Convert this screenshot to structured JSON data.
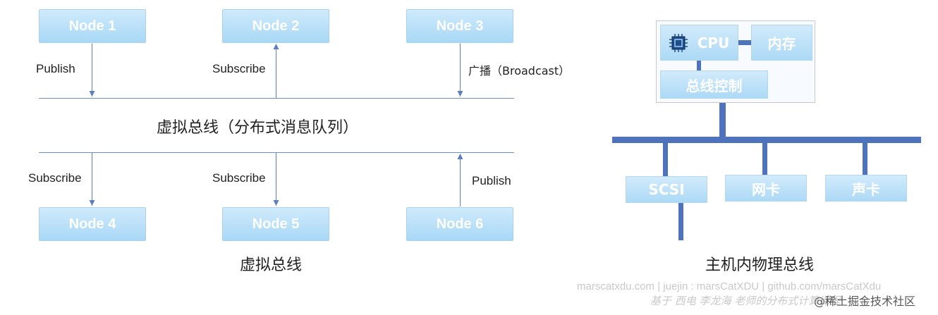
{
  "left": {
    "top_nodes": [
      "Node 1",
      "Node 2",
      "Node 3"
    ],
    "bottom_nodes": [
      "Node 4",
      "Node 5",
      "Node 6"
    ],
    "labels": {
      "publish_1": "Publish",
      "subscribe_2": "Subscribe",
      "broadcast_3": "广播（Broadcast）",
      "subscribe_4": "Subscribe",
      "subscribe_5": "Subscribe",
      "publish_6": "Publish"
    },
    "caption_top": "虚拟总线（分布式消息队列）",
    "caption_bottom": "虚拟总线"
  },
  "right": {
    "cpu": "CPU",
    "memory": "内存",
    "bus_control": "总线控制",
    "devices": [
      "SCSI",
      "网卡",
      "声卡"
    ],
    "caption": "主机内物理总线"
  },
  "watermark": {
    "line1": "marscatxdu.com | juejin : marsCatXDU | github.com/marsCatXdu",
    "line2": "基于 西电 李龙海 老师的分布式计算课程",
    "badge": "@稀土掘金技术社区"
  },
  "colors": {
    "node_fill": "#a8d8f6",
    "bus_blue": "#4f72bd",
    "line_blue": "#6c8ec4"
  }
}
